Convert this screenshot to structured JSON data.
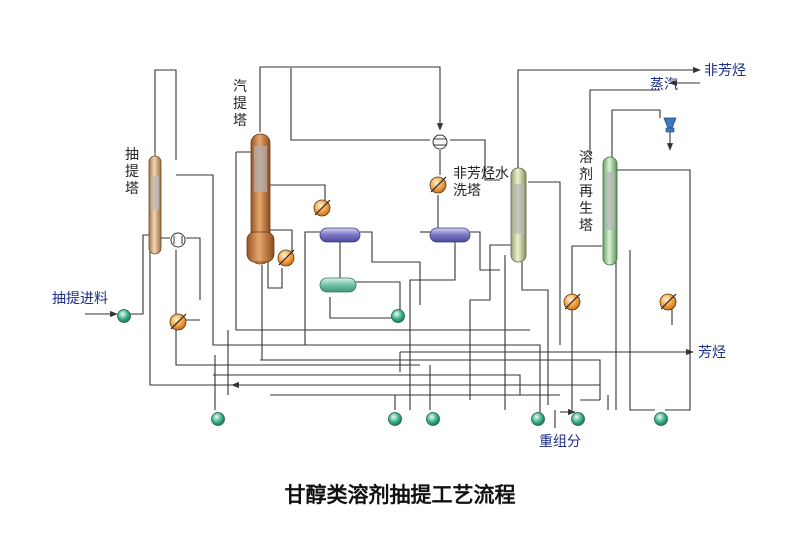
{
  "title": "甘醇类溶剂抽提工艺流程",
  "columns": {
    "extraction": "抽提塔",
    "stripper": "汽提塔",
    "water_wash": "非芳烃水洗塔",
    "regenerator": "溶剂再生塔"
  },
  "streams": {
    "feed": "抽提进料",
    "non_aromatics": "非芳烃",
    "steam": "蒸汽",
    "aromatics": "芳烃",
    "heavy": "重组分"
  }
}
